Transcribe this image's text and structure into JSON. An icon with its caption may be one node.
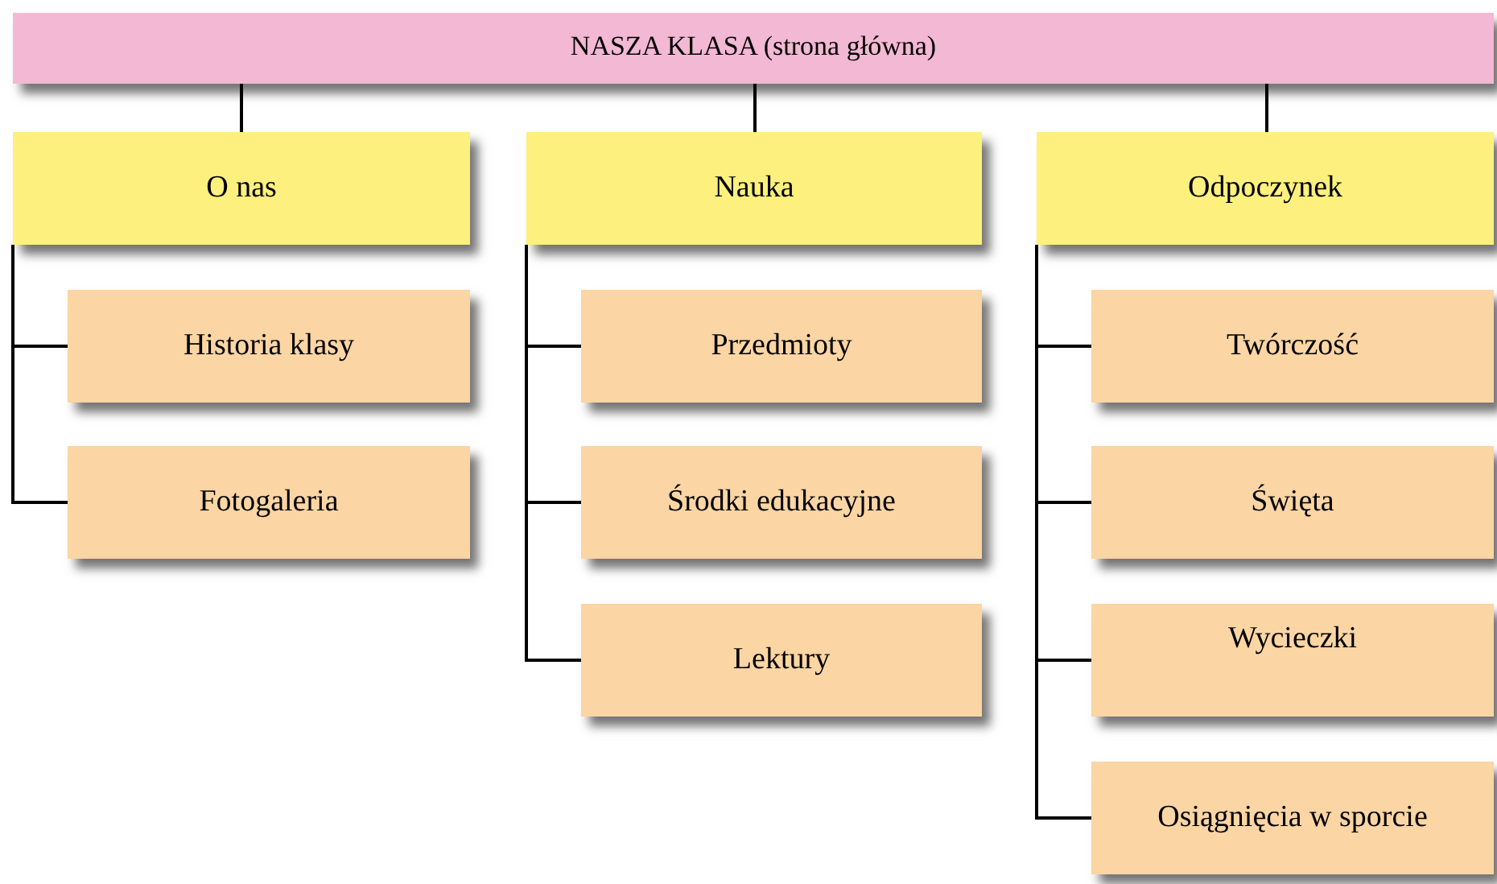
{
  "diagram": {
    "nodes": [
      {
        "text": [
          "NASZA KLASA (strona główna)"
        ]
      },
      {
        "text": [
          "O nas"
        ]
      },
      {
        "text": [
          "Historia klasy"
        ]
      },
      {
        "text": [
          "Fotogaleria"
        ]
      },
      {
        "text": [
          "Nauka"
        ]
      },
      {
        "text": [
          "Przedmioty"
        ]
      },
      {
        "text": [
          "Środki edukacyjne"
        ]
      },
      {
        "text": [
          "Lektury"
        ]
      },
      {
        "text": [
          "Odpoczynek"
        ]
      },
      {
        "text": [
          "Twórczość"
        ]
      },
      {
        "text": [
          "Święta"
        ]
      },
      {
        "text": [
          "Wycieczki"
        ]
      },
      {
        "text": [
          "Osiągnięcia w sporcie"
        ]
      }
    ],
    "edges": [
      {
        "from": 0,
        "to": 1,
        "arrow": "none"
      },
      {
        "from": 0,
        "to": 4,
        "arrow": "none"
      },
      {
        "from": 0,
        "to": 8,
        "arrow": "none"
      },
      {
        "from": 1,
        "to": 2,
        "arrow": "none"
      },
      {
        "from": 1,
        "to": 3,
        "arrow": "none"
      },
      {
        "from": 4,
        "to": 5,
        "arrow": "none"
      },
      {
        "from": 4,
        "to": 6,
        "arrow": "none"
      },
      {
        "from": 4,
        "to": 7,
        "arrow": "none"
      },
      {
        "from": 8,
        "to": 9,
        "arrow": "none"
      },
      {
        "from": 8,
        "to": 10,
        "arrow": "none"
      },
      {
        "from": 8,
        "to": 11,
        "arrow": "none"
      },
      {
        "from": 8,
        "to": 12,
        "arrow": "none"
      }
    ]
  }
}
